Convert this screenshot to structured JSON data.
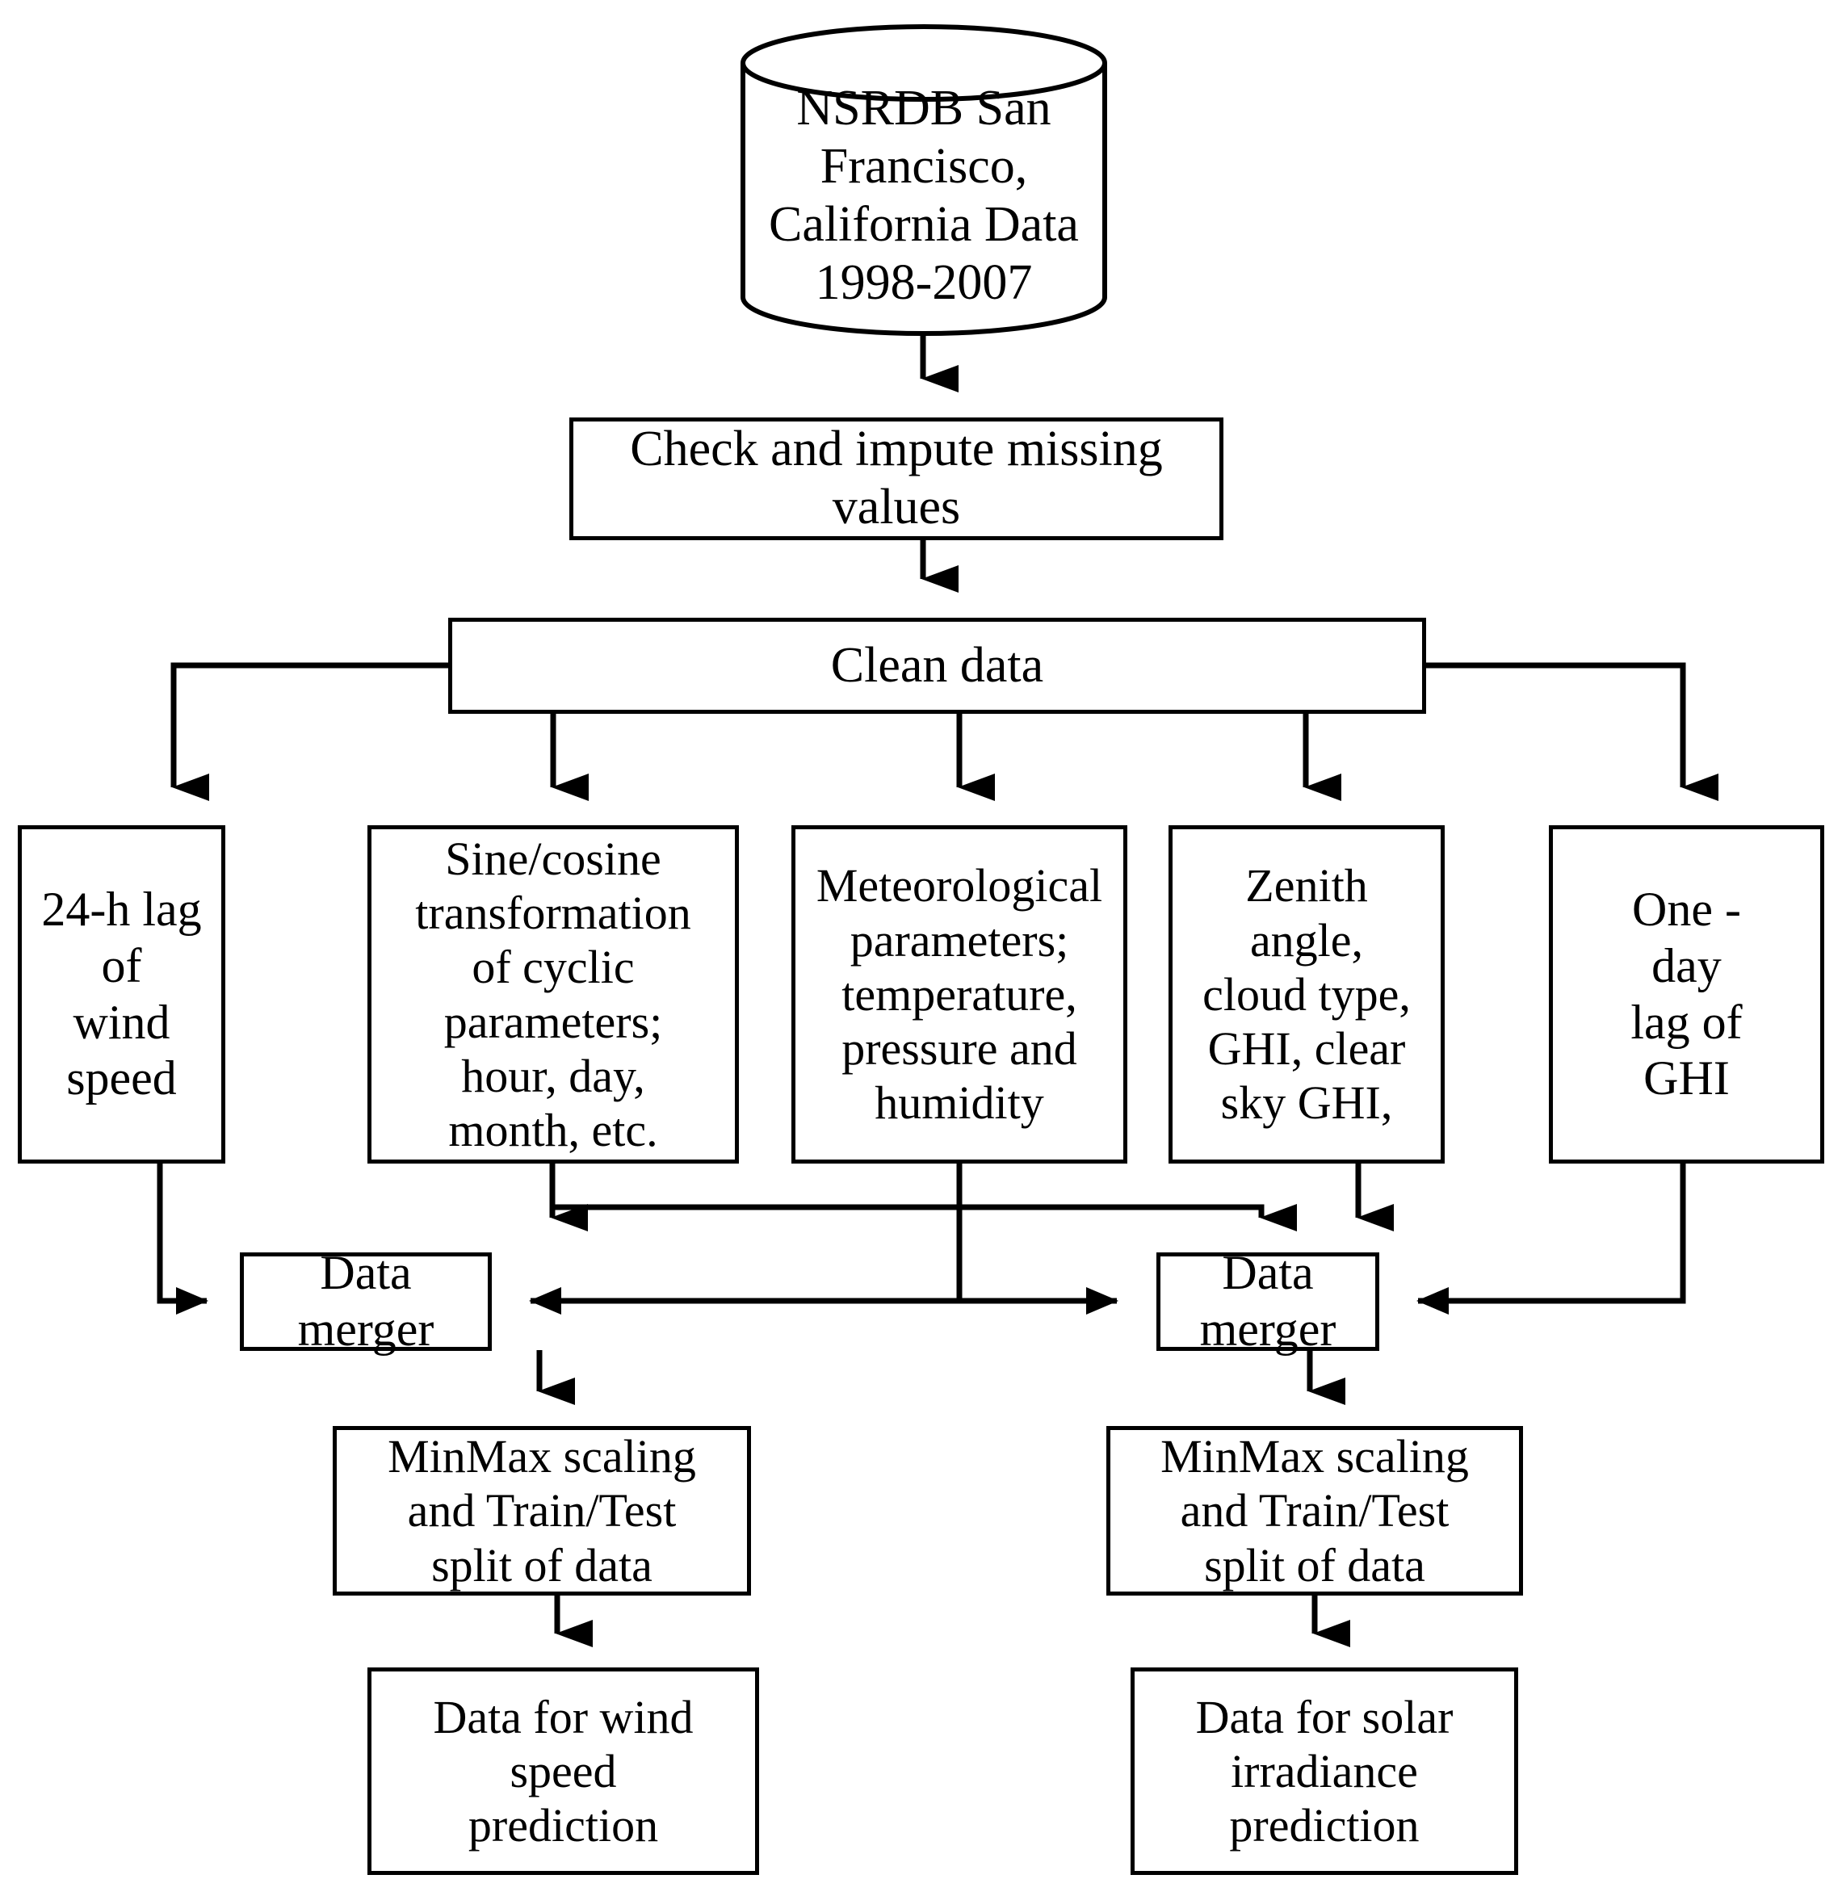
{
  "diagram": {
    "title": "Data preprocessing flowchart",
    "colors": {
      "stroke": "#000000",
      "fill": "#ffffff",
      "text": "#000000"
    },
    "nodes": {
      "source_db": {
        "shape": "cylinder",
        "label": "NSRDB San\nFrancisco,\nCalifornia Data\n1998-2007"
      },
      "impute": {
        "shape": "rect",
        "label": "Check and impute missing\nvalues"
      },
      "clean": {
        "shape": "rect",
        "label": "Clean data"
      },
      "feature_wind_lag": {
        "shape": "rect",
        "label": "24-h lag of\nwind\nspeed"
      },
      "feature_cyclic": {
        "shape": "rect",
        "label": "Sine/cosine\ntransformation\nof cyclic\nparameters;\nhour, day,\nmonth, etc."
      },
      "feature_meteo": {
        "shape": "rect",
        "label": "Meteorological\nparameters;\ntemperature,\npressure and\nhumidity"
      },
      "feature_solar": {
        "shape": "rect",
        "label": "Zenith\nangle,\ncloud type,\nGHI, clear\nsky GHI,"
      },
      "feature_ghi_lag": {
        "shape": "rect",
        "label": "One -\nday\nlag of\nGHI"
      },
      "merger_left": {
        "shape": "rect",
        "label": "Data merger"
      },
      "merger_right": {
        "shape": "rect",
        "label": "Data merger"
      },
      "scaling_left": {
        "shape": "rect",
        "label": "MinMax scaling\nand Train/Test\nsplit of data"
      },
      "scaling_right": {
        "shape": "rect",
        "label": "MinMax scaling\nand Train/Test\nsplit of data"
      },
      "output_wind": {
        "shape": "rect",
        "label": "Data for wind\nspeed\nprediction"
      },
      "output_solar": {
        "shape": "rect",
        "label": "Data for solar\nirradiance\nprediction"
      }
    },
    "edges": [
      {
        "from": "source_db",
        "to": "impute",
        "style": "straight-arrow"
      },
      {
        "from": "impute",
        "to": "clean",
        "style": "straight-arrow"
      },
      {
        "from": "clean",
        "to": "feature_wind_lag",
        "style": "elbow-left-arrow"
      },
      {
        "from": "clean",
        "to": "feature_cyclic",
        "style": "straight-arrow"
      },
      {
        "from": "clean",
        "to": "feature_meteo",
        "style": "straight-arrow"
      },
      {
        "from": "clean",
        "to": "feature_solar",
        "style": "straight-arrow"
      },
      {
        "from": "clean",
        "to": "feature_ghi_lag",
        "style": "elbow-right-arrow"
      },
      {
        "from": "feature_wind_lag",
        "to": "merger_left",
        "style": "elbow-arrow"
      },
      {
        "from": "feature_cyclic",
        "to": "merger_left",
        "style": "straight-arrow"
      },
      {
        "from": "feature_cyclic",
        "to": "merger_right",
        "style": "elbow-arrow"
      },
      {
        "from": "feature_meteo",
        "to": "merger_left",
        "style": "bidirectional-bus"
      },
      {
        "from": "feature_meteo",
        "to": "merger_right",
        "style": "bidirectional-bus"
      },
      {
        "from": "feature_solar",
        "to": "merger_right",
        "style": "straight-arrow"
      },
      {
        "from": "feature_ghi_lag",
        "to": "merger_right",
        "style": "elbow-arrow"
      },
      {
        "from": "merger_left",
        "to": "scaling_left",
        "style": "straight-arrow"
      },
      {
        "from": "merger_right",
        "to": "scaling_right",
        "style": "straight-arrow"
      },
      {
        "from": "scaling_left",
        "to": "output_wind",
        "style": "straight-arrow"
      },
      {
        "from": "scaling_right",
        "to": "output_solar",
        "style": "straight-arrow"
      }
    ]
  }
}
